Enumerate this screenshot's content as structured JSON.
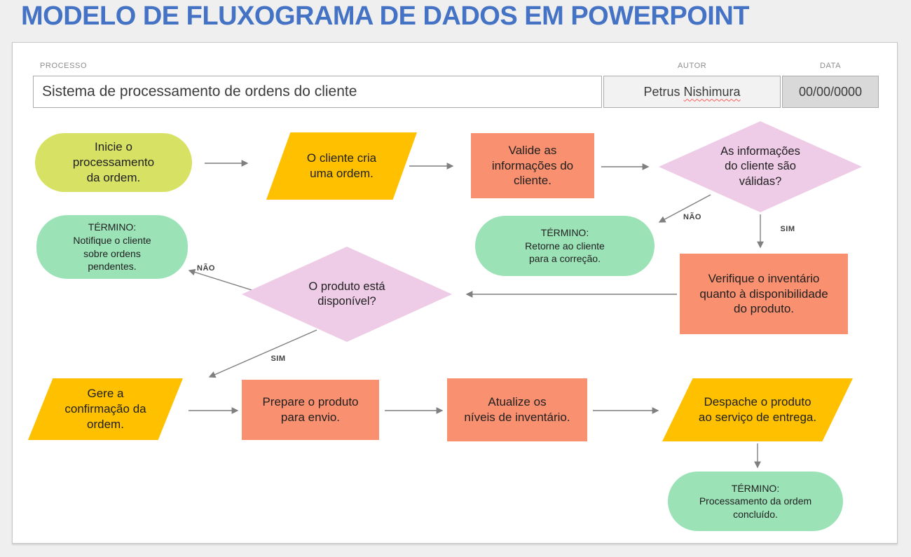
{
  "title": "MODELO DE FLUXOGRAMA DE DADOS EM POWERPOINT",
  "form": {
    "process": {
      "label": "PROCESSO",
      "value": "Sistema de processamento de ordens do cliente"
    },
    "author": {
      "label": "AUTOR",
      "value_first": "Petrus",
      "value_last": "Nishimura"
    },
    "date": {
      "label": "DATA",
      "value": "00/00/0000"
    }
  },
  "flowchart": {
    "nodes": [
      {
        "id": "start",
        "type": "terminator-start",
        "text": "Inicie o\nprocessamento\nda ordem."
      },
      {
        "id": "create-order",
        "type": "input-output",
        "text": "O cliente cria\numa ordem."
      },
      {
        "id": "validate-info",
        "type": "process",
        "text": "Valide as\ninformações do\ncliente."
      },
      {
        "id": "info-valid",
        "type": "decision",
        "text": "As informações\ndo cliente são\nválidas?"
      },
      {
        "id": "end-return",
        "type": "terminator-end",
        "label": "TÉRMINO:",
        "text": "Retorne ao cliente\npara a correção."
      },
      {
        "id": "check-inventory",
        "type": "process",
        "text": "Verifique o inventário\nquanto à disponibilidade\ndo produto."
      },
      {
        "id": "product-available",
        "type": "decision",
        "text": "O produto está\ndisponível?"
      },
      {
        "id": "end-notify",
        "type": "terminator-end",
        "label": "TÉRMINO:",
        "text": "Notifique o cliente\nsobre ordens\npendentes."
      },
      {
        "id": "generate-confirmation",
        "type": "input-output",
        "text": "Gere a\nconfirmação da\nordem."
      },
      {
        "id": "prepare-product",
        "type": "process",
        "text": "Prepare o produto\npara envio."
      },
      {
        "id": "update-inventory",
        "type": "process",
        "text": "Atualize os\nníveis de inventário."
      },
      {
        "id": "dispatch-product",
        "type": "input-output",
        "text": "Despache o produto\nao serviço de entrega."
      },
      {
        "id": "end-complete",
        "type": "terminator-end",
        "label": "TÉRMINO:",
        "text": "Processamento da ordem\nconcluído."
      }
    ],
    "edge_labels": {
      "no": "NÃO",
      "yes": "SIM"
    }
  },
  "colors": {
    "title_blue": "#4472C4",
    "start_green_yellow": "#D7E264",
    "io_orange": "#FFC000",
    "process_salmon": "#F9906F",
    "decision_pink": "#EECBE6",
    "terminator_green": "#9CE2B7",
    "arrow_gray": "#7F7F7F",
    "author_box_bg": "#F2F2F2",
    "date_box_bg": "#D9D9D9"
  }
}
